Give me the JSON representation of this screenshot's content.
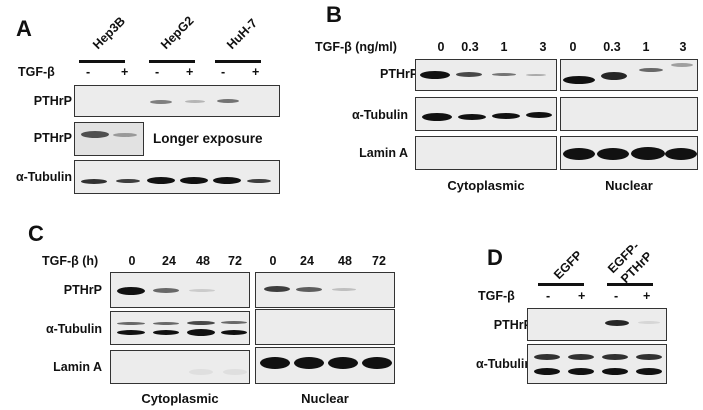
{
  "panels": {
    "A": {
      "label": "A",
      "cell_lines": [
        "Hep3B",
        "HepG2",
        "HuH-7"
      ],
      "treatment_label": "TGF-β",
      "treatment_signs": [
        "-",
        "+",
        "-",
        "+",
        "-",
        "+"
      ],
      "rows": [
        "PTHrP",
        "PTHrP",
        "α-Tubulin"
      ],
      "annotation": "Longer exposure"
    },
    "B": {
      "label": "B",
      "treatment_label": "TGF-β (ng/ml)",
      "doses": [
        "0",
        "0.3",
        "1",
        "3",
        "0",
        "0.3",
        "1",
        "3"
      ],
      "rows": [
        "PTHrP",
        "α-Tubulin",
        "Lamin A"
      ],
      "fractions": [
        "Cytoplasmic",
        "Nuclear"
      ]
    },
    "C": {
      "label": "C",
      "treatment_label": "TGF-β (h)",
      "times": [
        "0",
        "24",
        "48",
        "72",
        "0",
        "24",
        "48",
        "72"
      ],
      "rows": [
        "PTHrP",
        "α-Tubulin",
        "Lamin A"
      ],
      "fractions": [
        "Cytoplasmic",
        "Nuclear"
      ]
    },
    "D": {
      "label": "D",
      "constructs": [
        "EGFP",
        "EGFP-",
        "PTHrP"
      ],
      "treatment_label": "TGF-β",
      "treatment_signs": [
        "-",
        "+",
        "-",
        "+"
      ],
      "rows": [
        "PTHrP",
        "α-Tubulin"
      ]
    }
  }
}
